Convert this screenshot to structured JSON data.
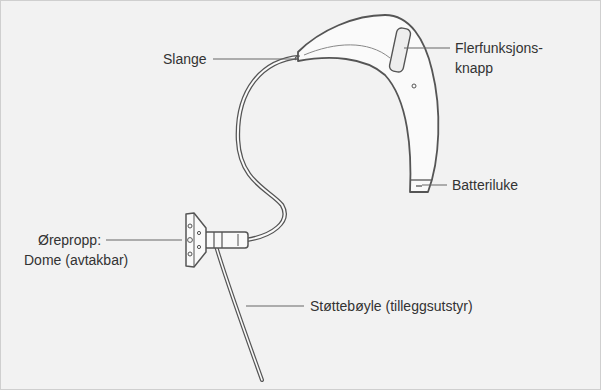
{
  "diagram": {
    "labels": [
      "Slange",
      "Flerfunksjons- knapp",
      "Batteriluke",
      "Ørepropp: Dome (avtakbar)",
      "Støttebøyle (tilleggsutstyr)"
    ]
  }
}
